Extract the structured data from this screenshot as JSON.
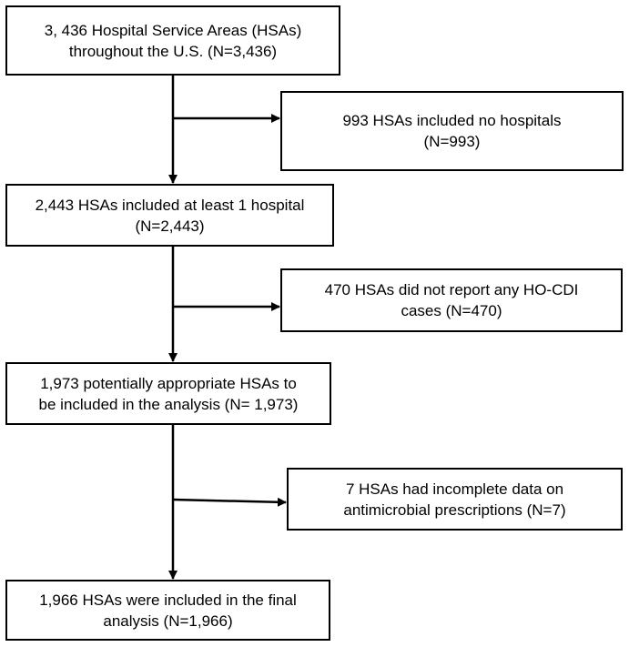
{
  "flowchart": {
    "boxes": [
      {
        "id": "total",
        "text": "3, 436 Hospital Service Areas (HSAs)\nthroughout the U.S. (N=3,436)"
      },
      {
        "id": "excluded_no_hospitals",
        "text": "993 HSAs included no hospitals\n(N=993)"
      },
      {
        "id": "with_hospital",
        "text": "2,443 HSAs included at least 1 hospital\n(N=2,443)"
      },
      {
        "id": "excluded_no_cdi",
        "text": "470 HSAs did not report any HO-CDI\ncases (N=470)"
      },
      {
        "id": "potential",
        "text": "1,973 potentially appropriate HSAs to\nbe included in the analysis (N= 1,973)"
      },
      {
        "id": "excluded_incomplete",
        "text": "7 HSAs had incomplete data on\nantimicrobial prescriptions (N=7)"
      },
      {
        "id": "final",
        "text": "1,966 HSAs were included in the final\nanalysis (N=1,966)"
      }
    ],
    "colors": {
      "stroke": "#000000",
      "background": "#ffffff",
      "text": "#000000"
    }
  }
}
